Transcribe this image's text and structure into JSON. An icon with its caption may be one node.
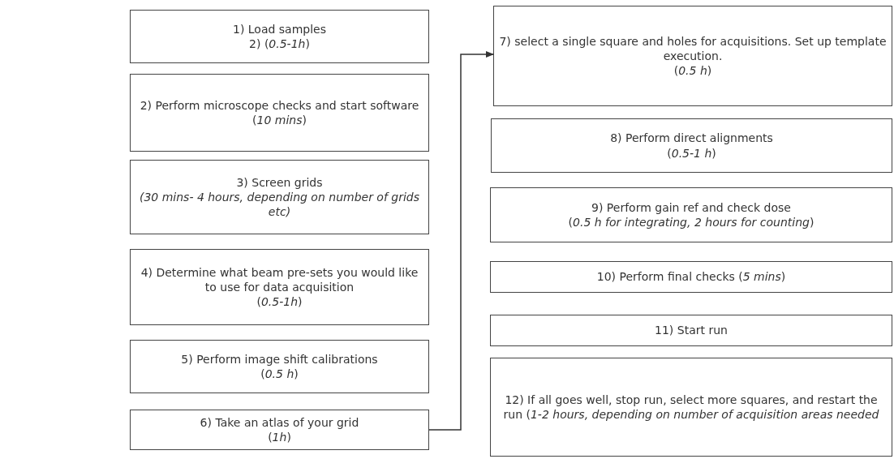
{
  "diagram": {
    "nodes": [
      {
        "text": [
          "1) Load samples",
          "2) (*0.5-1h*)"
        ]
      },
      {
        "text": [
          "2) Perform microscope checks and start software",
          "(*10 mins*)"
        ]
      },
      {
        "text": [
          "3) Screen grids",
          "*(30 mins- 4 hours, depending on number of grids etc)*"
        ]
      },
      {
        "text": [
          "4) Determine what beam pre-sets you would like to use for data acquisition",
          "(*0.5-1h*)"
        ]
      },
      {
        "text": [
          "5) Perform image shift calibrations",
          "(*0.5 h*)"
        ]
      },
      {
        "text": [
          "6) Take an atlas of your grid",
          "(*1h*)"
        ]
      },
      {
        "text": [
          "7) select a single square and holes for acquisitions. Set up template execution.",
          "(*0.5 h*)"
        ]
      },
      {
        "text": [
          "8) Perform direct alignments",
          "(*0.5-1 h*)"
        ]
      },
      {
        "text": [
          "9) Perform gain ref and check dose",
          "(*0.5 h for integrating, 2 hours for counting*)"
        ]
      },
      {
        "text": [
          "10) Perform final checks (*5 mins*)"
        ]
      },
      {
        "text": [
          "11) Start run"
        ]
      },
      {
        "text": [
          "12) If all goes well, stop run, select more squares, and restart the run (*1-2 hours, depending on number of acquisition areas needed*"
        ]
      }
    ],
    "edges": [
      {
        "from": 5,
        "to": 6,
        "arrow": "to"
      }
    ]
  }
}
